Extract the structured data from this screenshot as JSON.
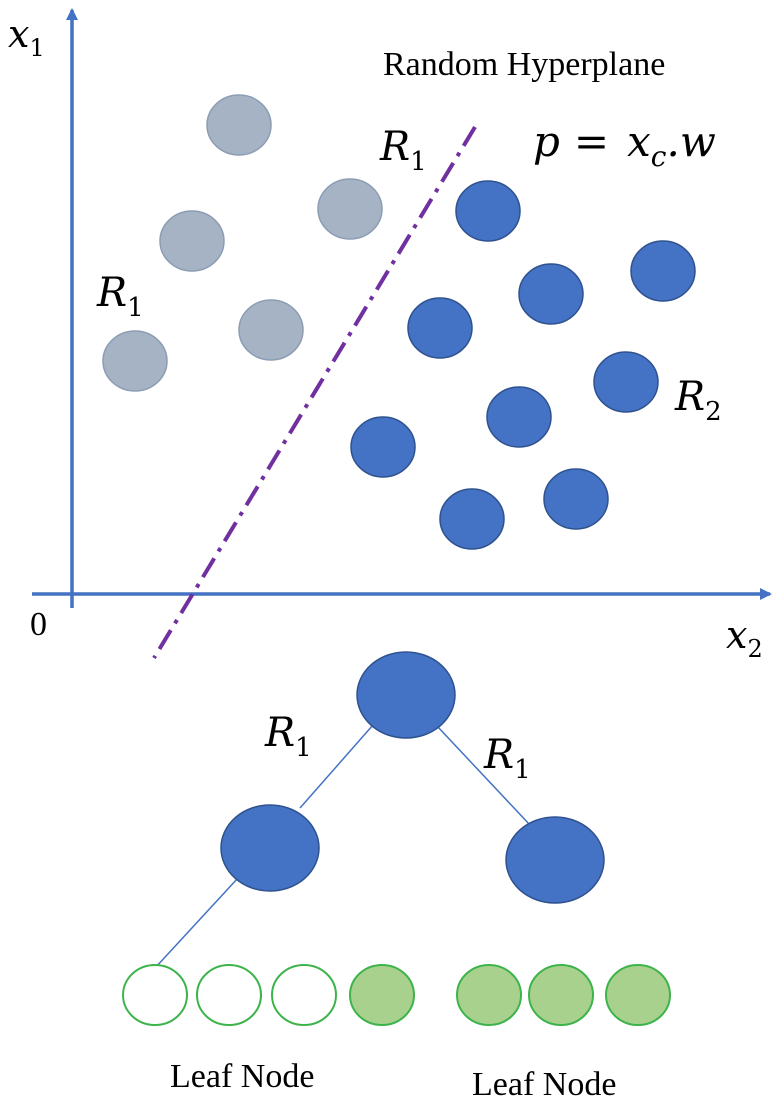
{
  "title": "Random Hyperplane",
  "formula": {
    "lhs": "p",
    "eq": "=",
    "rhs_main": "x",
    "rhs_sub": "c",
    "rhs_tail": ".w"
  },
  "axes": {
    "y_label_main": "x",
    "y_label_sub": "1",
    "x_label_main": "x",
    "x_label_sub": "2",
    "origin": "0"
  },
  "region_labels": {
    "hyperplane_label": {
      "main": "R",
      "sub": "1"
    },
    "left_region": {
      "main": "R",
      "sub": "1"
    },
    "right_region": {
      "main": "R",
      "sub": "2"
    }
  },
  "tree": {
    "left_edge_label": {
      "main": "R",
      "sub": "1"
    },
    "right_edge_label": {
      "main": "R",
      "sub": "1"
    },
    "leaf_labels": [
      "Leaf Node",
      "Leaf Node"
    ]
  },
  "colors": {
    "axis": "#4472c4",
    "hyperplane": "#7030a0",
    "grey_point": "#a5b3c5",
    "grey_point_stroke": "#8c9db3",
    "blue_point": "#4472c4",
    "blue_point_stroke": "#2f528f",
    "leaf_stroke": "#3cb44b",
    "leaf_fill_green": "#a9d18e",
    "edge": "#4472c4"
  }
}
